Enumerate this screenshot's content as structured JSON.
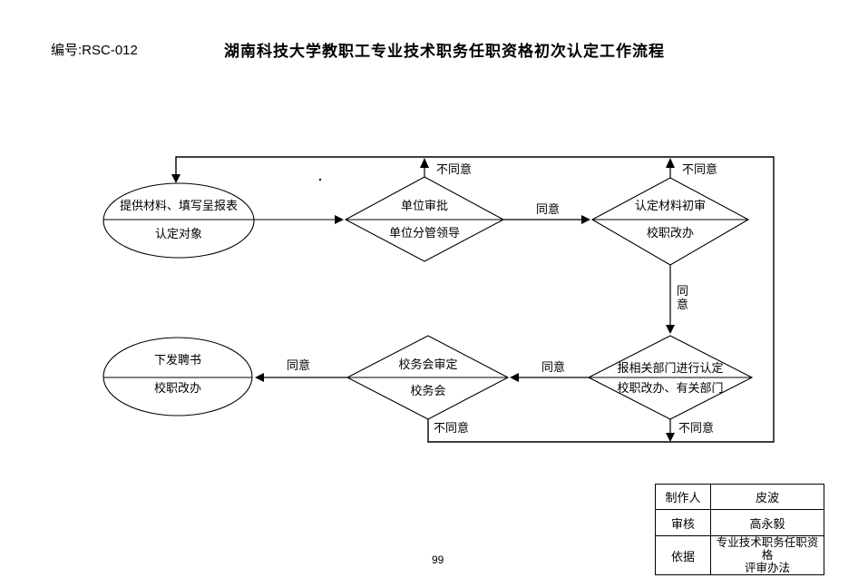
{
  "page": {
    "doc_number": "编号:RSC-012",
    "title": "湖南科技大学教职工专业技术职务任职资格初次认定工作流程",
    "page_number": "99",
    "colors": {
      "line": "#000000",
      "background": "#ffffff",
      "text": "#000000"
    }
  },
  "flowchart": {
    "nodes": {
      "start": {
        "shape": "ellipse",
        "top": "提供材料、填写呈报表",
        "bottom": "认定对象"
      },
      "unit_approval": {
        "shape": "diamond",
        "top": "单位审批",
        "bottom": "单位分管领导"
      },
      "material_review": {
        "shape": "diamond",
        "top": "认定材料初审",
        "bottom": "校职改办"
      },
      "dept_recognition": {
        "shape": "diamond",
        "top": "报相关部门进行认定",
        "bottom": "校职改办、有关部门"
      },
      "council_review": {
        "shape": "diamond",
        "top": "校务会审定",
        "bottom": "校务会"
      },
      "issue_letter": {
        "shape": "ellipse",
        "top": "下发聘书",
        "bottom": "校职改办"
      }
    },
    "edge_labels": {
      "disagree_unit": "不同意",
      "agree_unit": "同意",
      "disagree_material": "不同意",
      "agree_material": "同意",
      "disagree_dept": "不同意",
      "agree_dept": "同意",
      "disagree_council": "不同意",
      "agree_council": "同意"
    }
  },
  "footer_table": {
    "rows": [
      {
        "label": "制作人",
        "value": "皮波"
      },
      {
        "label": "审核",
        "value": "高永毅"
      },
      {
        "label": "依据",
        "value": "专业技术职务任职资格\n评审办法"
      }
    ]
  }
}
